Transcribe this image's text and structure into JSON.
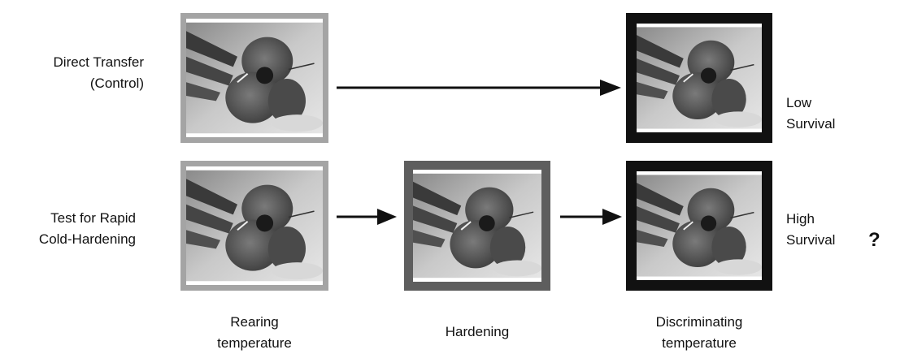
{
  "rows": [
    {
      "label_line1": "Direct Transfer",
      "label_line2": "(Control)",
      "outcome_line1": "Low",
      "outcome_line2": "Survival"
    },
    {
      "label_line1": "Test for Rapid",
      "label_line2": "Cold-Hardening",
      "outcome_line1": "High",
      "outcome_line2": "Survival"
    }
  ],
  "columns": [
    {
      "line1": "Rearing",
      "line2": "temperature"
    },
    {
      "line1": "Hardening",
      "line2": ""
    },
    {
      "line1": "Discriminating",
      "line2": "temperature"
    }
  ],
  "question_mark": "?",
  "frame_colors": {
    "rearing": "#a4a4a4",
    "hardening": "#5e5e5e",
    "discriminating": "#111111"
  },
  "image_subject": "insect photograph (grayscale)"
}
